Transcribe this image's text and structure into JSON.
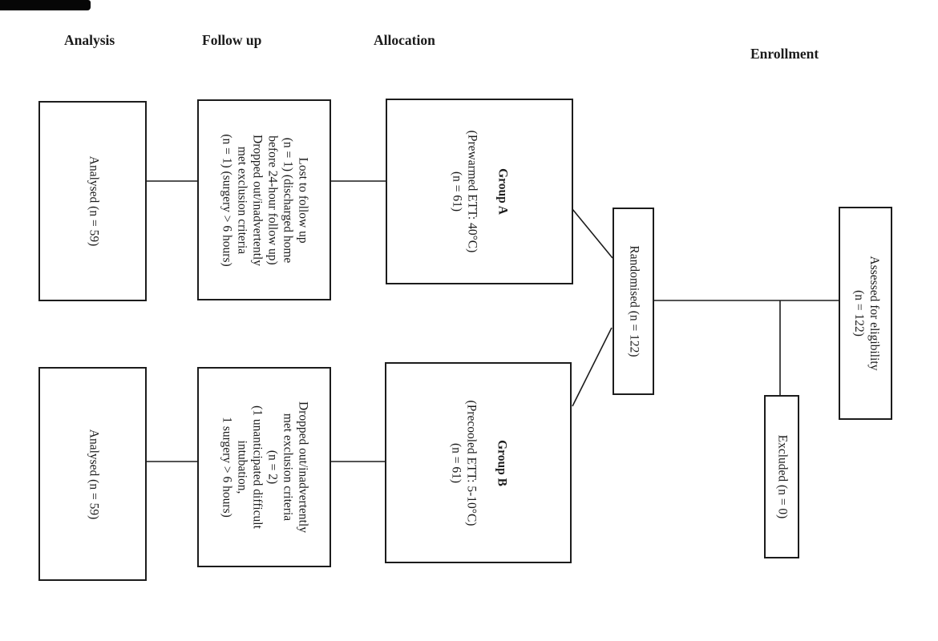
{
  "headers": [
    {
      "label": "Analysis"
    },
    {
      "label": "Follow up"
    },
    {
      "label": "Allocation"
    },
    {
      "label": "Enrollment"
    }
  ],
  "boxes": {
    "assessed": {
      "text": "Assessed for eligibility\n(n = 122)"
    },
    "excluded": {
      "text": "Excluded (n = 0)"
    },
    "randomised": {
      "text": "Randomised (n = 122)"
    },
    "group_a": {
      "title": "Group A",
      "body": "(Prewarmed ETT: 40°C)\n(n = 61)"
    },
    "group_b": {
      "title": "Group B",
      "body": "(Precooled ETT: 5-10°C)\n(n = 61)"
    },
    "followup_a": {
      "text": "Lost to follow up\n(n = 1) (discharged home\nbefore 24-hour follow up)\nDropped out/inadvertently\nmet exclusion criteria\n(n = 1) (surgery > 6 hours)"
    },
    "followup_b": {
      "text": "Dropped out/inadvertently\nmet exclusion criteria\n(n = 2)\n(1 unanticipated difficult\nintubation,\n1 surgery > 6 hours)"
    },
    "analysed_a": {
      "text": "Analysed (n = 59)"
    },
    "analysed_b": {
      "text": "Analysed (n = 59)"
    }
  }
}
